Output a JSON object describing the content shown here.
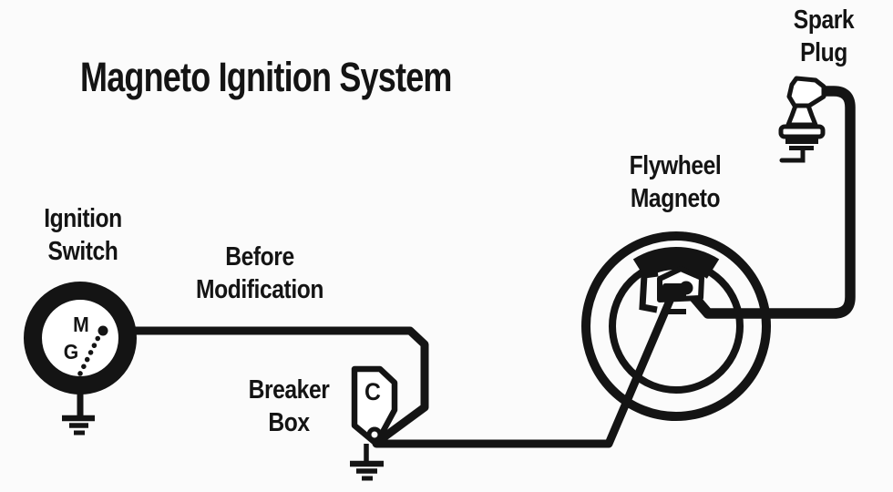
{
  "title": "Magneto Ignition System",
  "labels": {
    "ignition_switch": "Ignition\nSwitch",
    "before_modification": "Before\nModification",
    "breaker_box": "Breaker\nBox",
    "flywheel_magneto": "Flywheel\nMagneto",
    "spark_plug": "Spark\nPlug"
  },
  "component_letters": {
    "magneto_terminal": "M",
    "ground_terminal": "G",
    "breaker_contact": "C"
  },
  "colors": {
    "ink": "#141414",
    "background": "#fbfbfb"
  }
}
